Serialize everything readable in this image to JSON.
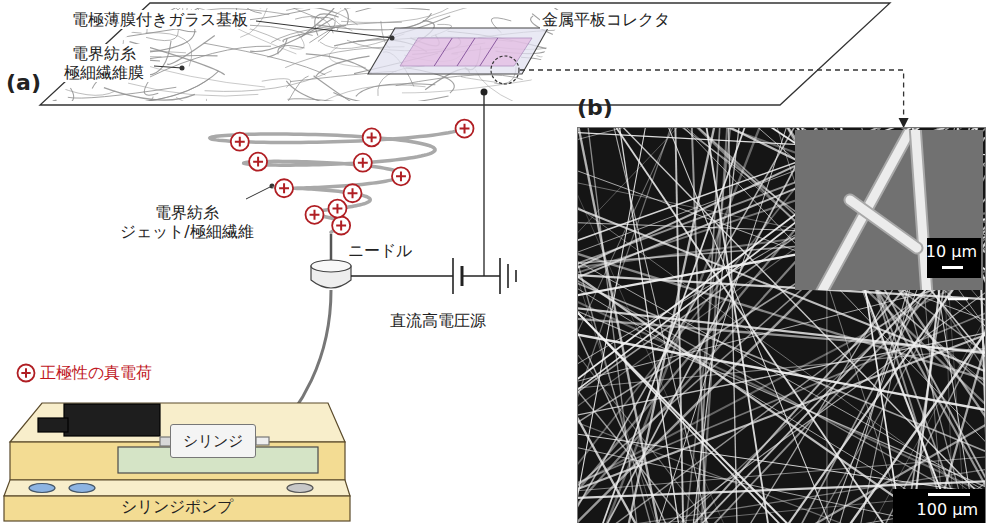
{
  "diagram": {
    "nodes": [
      {
        "text": [
          "金属平板コレクタ"
        ]
      },
      {
        "text": [
          "(b)",
          "100 μm"
        ]
      },
      {
        "text": [
          "10 μm"
        ],
        "in": 1
      },
      {
        "text": [
          "シリンジポンプ"
        ]
      },
      {
        "text": [
          "シリンジ"
        ]
      }
    ],
    "edges": [
      {
        "from": 0,
        "to": 1,
        "arrow": "to"
      }
    ],
    "labels": [
      "(a)",
      "電極薄膜付きガラス基板",
      "電界紡糸 極細繊維膜",
      "電界紡糸 ジェット/極細繊維",
      "ニードル",
      "直流高電圧源"
    ],
    "legend": [
      {
        "text": "正極性の真電荷"
      }
    ]
  }
}
